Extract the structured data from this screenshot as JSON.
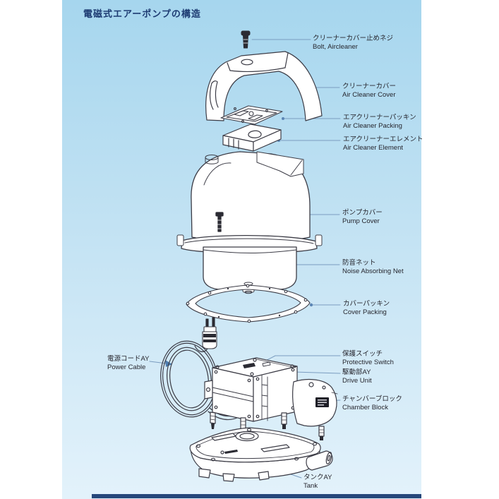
{
  "page": {
    "title": "電磁式エアーポンプの構造",
    "colors": {
      "panel_top": "#a6d6ee",
      "panel_bottom": "#e3f2fb",
      "title": "#1d3b72",
      "label_text": "#26262e",
      "line_art": "#3c3c46",
      "leader_line": "#7a9cc0",
      "footer_bar": "#25477a"
    }
  },
  "labels": {
    "bolt": {
      "jp": "クリーナーカバー止めネジ",
      "en": "Bolt, Aircleaner"
    },
    "cover": {
      "jp": "クリーナーカバー",
      "en": "Air Cleaner Cover"
    },
    "packing": {
      "jp": "エアクリーナーパッキン",
      "en": "Air Cleaner Packing"
    },
    "element": {
      "jp": "エアクリーナーエレメント",
      "en": "Air Cleaner Element"
    },
    "pump_cover": {
      "jp": "ポンプカバー",
      "en": "Pump Cover"
    },
    "net": {
      "jp": "防音ネット",
      "en": "Noise Absorbing Net"
    },
    "cover_packing": {
      "jp": "カバーパッキン",
      "en": "Cover Packing"
    },
    "power_cable": {
      "jp": "電源コードAY",
      "en": "Power Cable"
    },
    "protective_switch": {
      "jp": "保護スイッチ",
      "en": "Protective Switch"
    },
    "drive_unit": {
      "jp": "駆動部AY",
      "en": "Drive Unit"
    },
    "chamber_block": {
      "jp": "チャンバーブロック",
      "en": "Chamber Block"
    },
    "tank": {
      "jp": "タンクAY",
      "en": "Tank"
    }
  }
}
